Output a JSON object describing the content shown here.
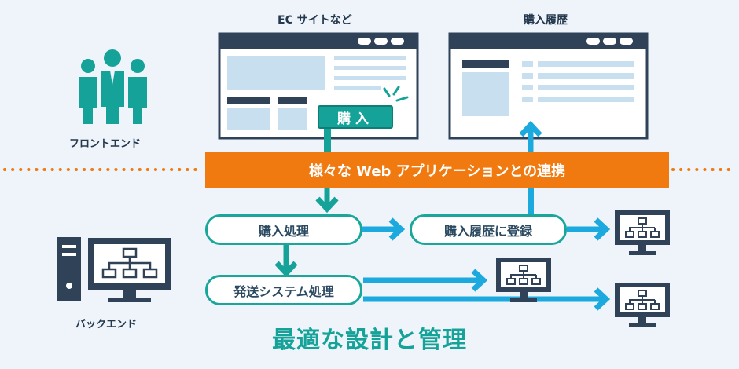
{
  "labels": {
    "ec_site": "EC サイトなど",
    "purchase_history": "購入履歴",
    "frontend": "フロントエンド",
    "backend": "バックエンド",
    "buy_button": "購入",
    "banner": "様々な Web アプリケーションとの連携",
    "process_purchase": "購入処理",
    "register_history": "購入履歴に登録",
    "shipping_system": "発送システム処理",
    "headline": "最適な設計と管理"
  },
  "colors": {
    "background": "#eef4fa",
    "navy": "#2f4257",
    "teal": "#15a399",
    "teal_border": "#1aa79b",
    "cyan_arrow": "#1ca9dd",
    "orange": "#f07a10",
    "light_blue_block": "#c7dfee"
  },
  "icons": {
    "people": "people-group-icon",
    "server_pc": "pc-server-icon",
    "monitor": "monitor-network-icon"
  }
}
